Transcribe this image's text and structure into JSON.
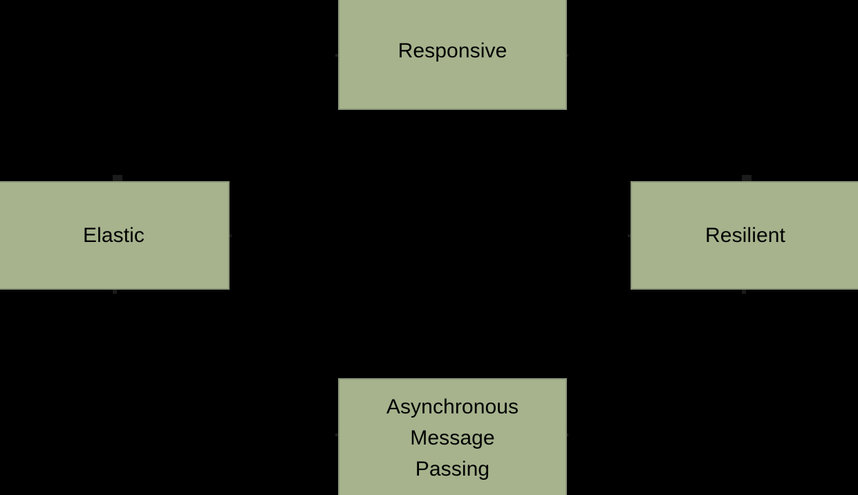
{
  "diagram": {
    "background_color": "#000000",
    "node_fill_color": "#a6b38d",
    "node_border_color": "#8a9578",
    "node_text_color": "#000000",
    "nodes": [
      {
        "id": "responsive",
        "label": "Responsive"
      },
      {
        "id": "elastic",
        "label": "Elastic"
      },
      {
        "id": "resilient",
        "label": "Resilient"
      },
      {
        "id": "async",
        "label": "Asynchronous\nMessage\nPassing"
      }
    ],
    "edges": [
      {
        "id": "elastic-responsive",
        "from": "Elastic",
        "to": "Responsive"
      },
      {
        "id": "resilient-responsive",
        "from": "Resilient",
        "to": "Responsive"
      },
      {
        "id": "async-elastic",
        "from": "Asynchronous Message Passing",
        "to": "Elastic"
      },
      {
        "id": "async-resilient",
        "from": "Asynchronous Message Passing",
        "to": "Resilient"
      },
      {
        "id": "async-responsive",
        "from": "Asynchronous Message Passing",
        "to": "Responsive"
      }
    ]
  }
}
